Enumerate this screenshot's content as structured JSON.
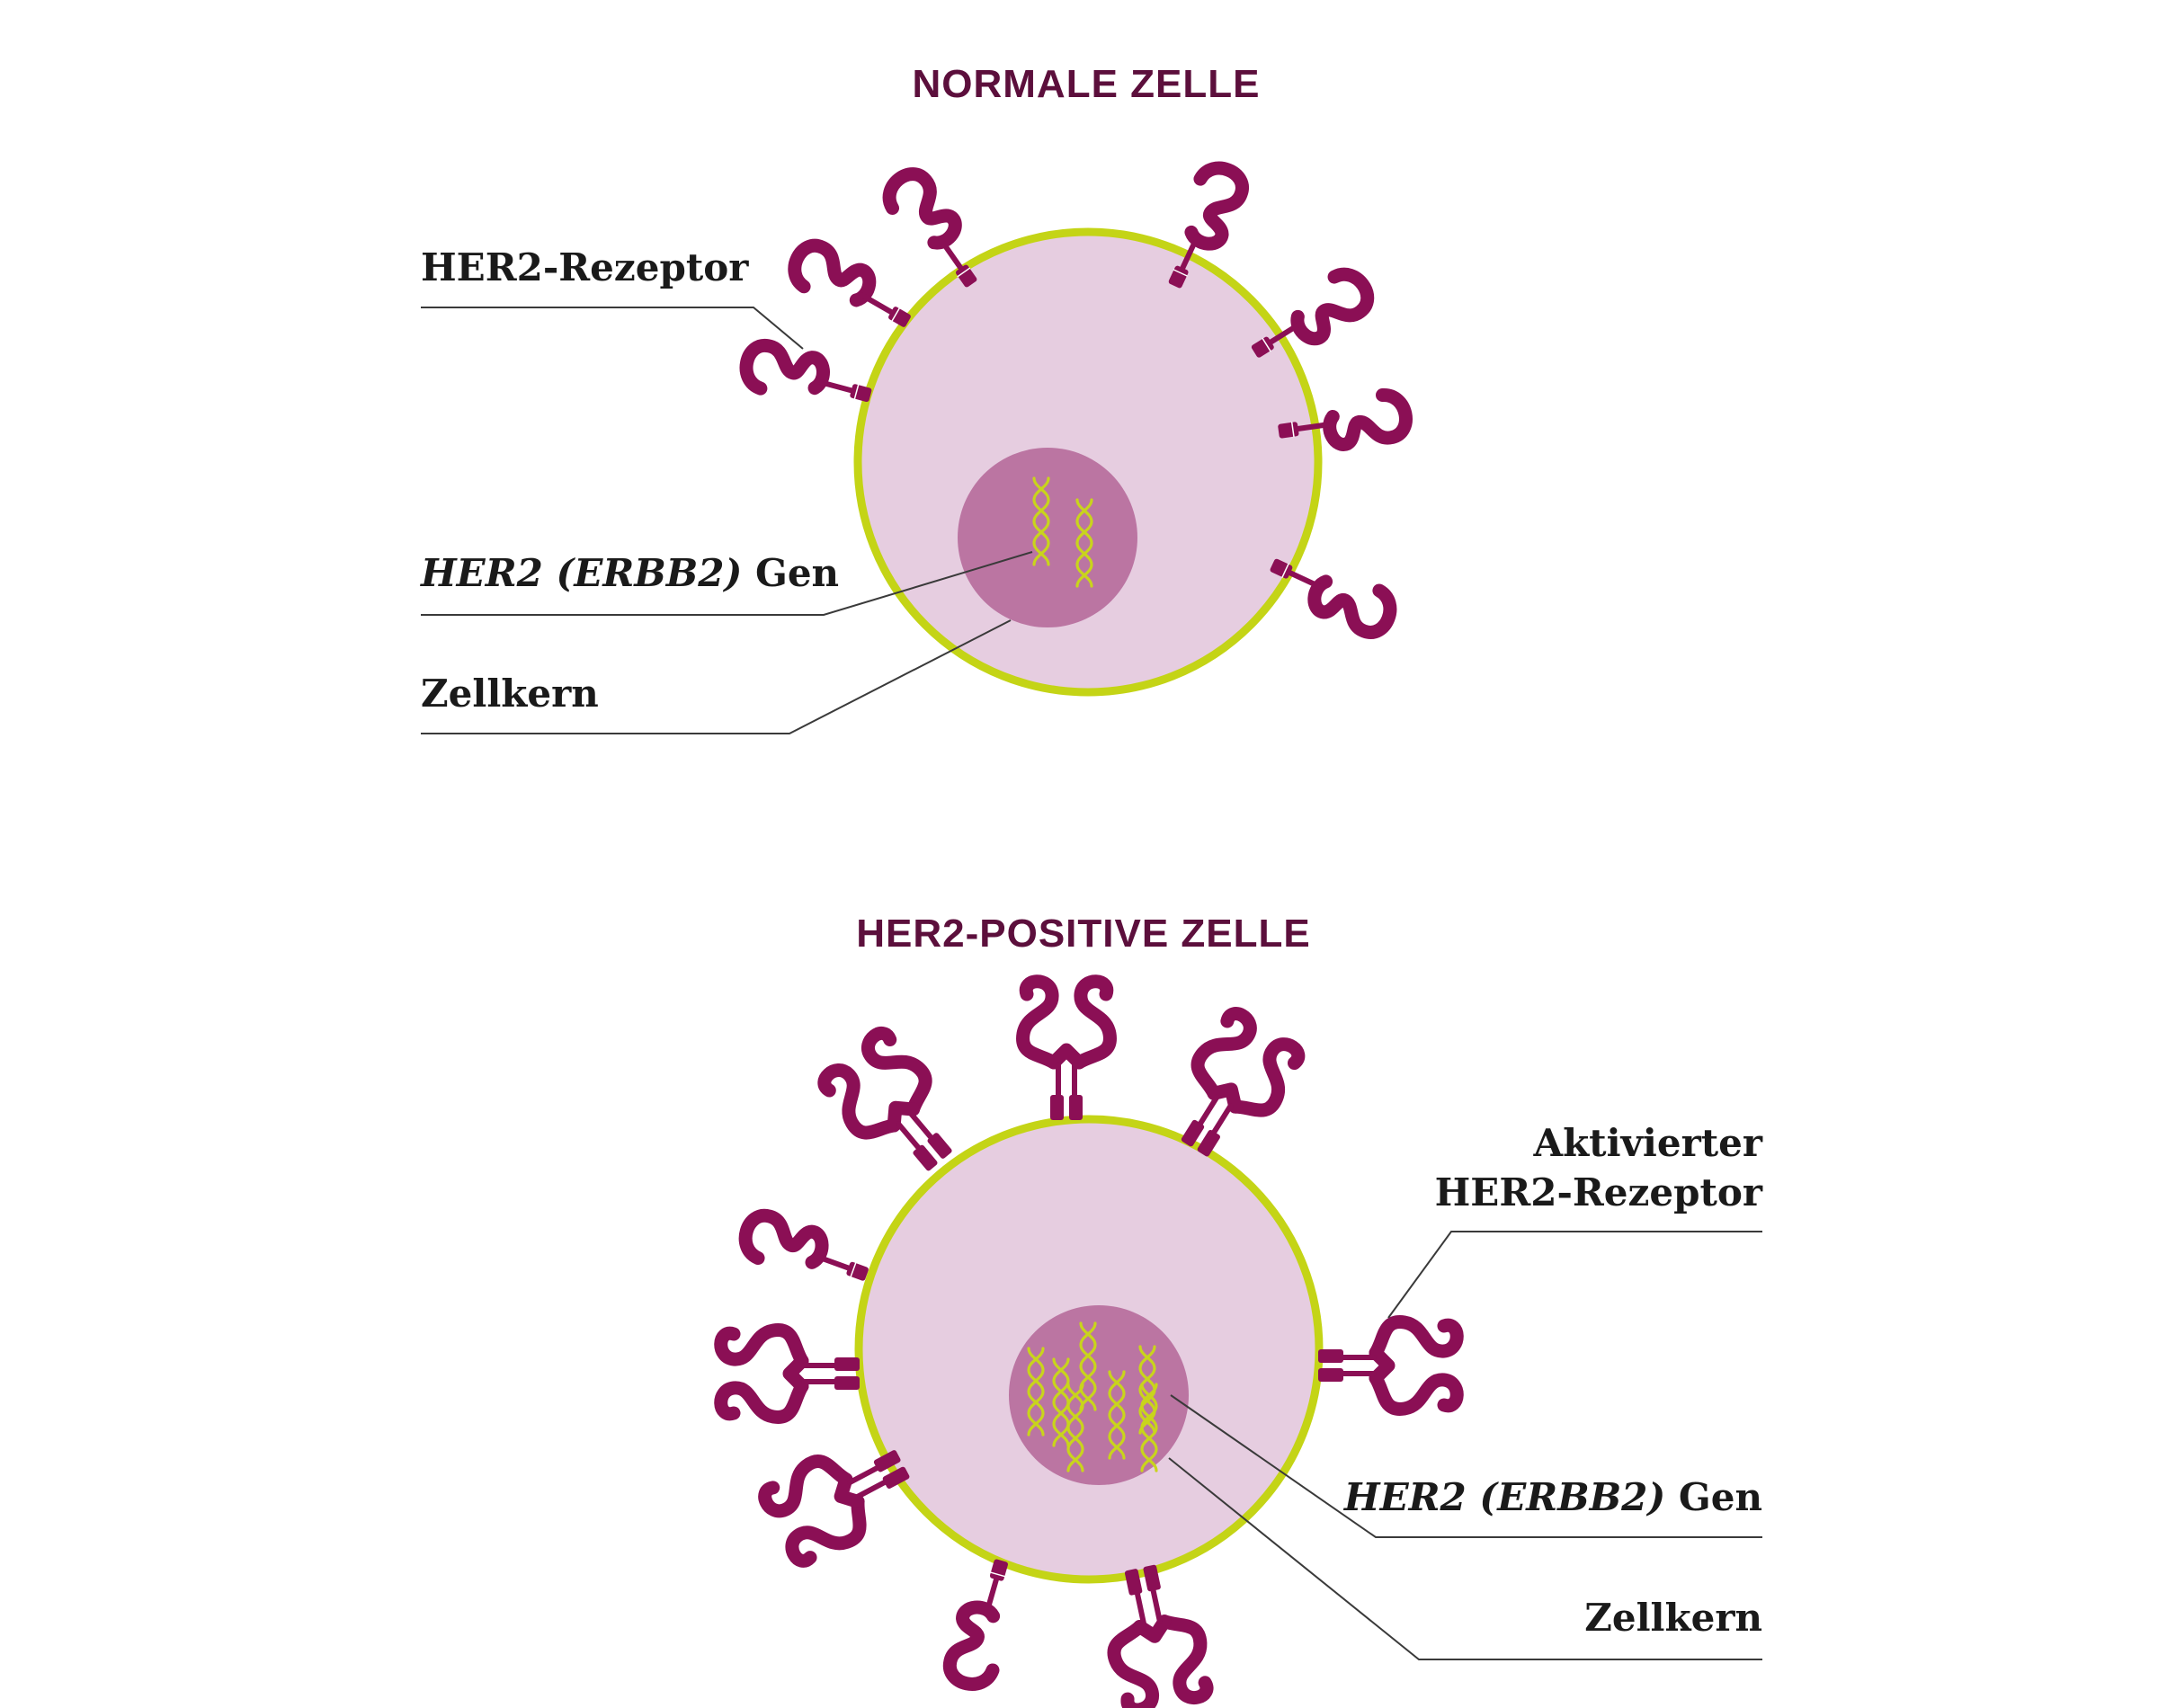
{
  "normal_cell": {
    "title": "NORMALE ZELLE",
    "labels": {
      "receptor": "HER2-Rezeptor",
      "gene_italic": "HER2 (ERBB2)",
      "gene_suffix": " Gen",
      "nucleus": "Zellkern"
    }
  },
  "her2_cell": {
    "title": "HER2-POSITIVE ZELLE",
    "labels": {
      "receptor_line1": "Aktivierter",
      "receptor_line2": "HER2-Rezeptor",
      "gene_italic": "HER2 (ERBB2)",
      "gene_suffix": " Gen",
      "nucleus": "Zellkern"
    }
  },
  "colors": {
    "cytoplasm": "#e6cde0",
    "membrane": "#c4d416",
    "nucleus": "#bb75a2",
    "receptor": "#8b0f55",
    "dna": "#c9d41c",
    "title": "#5c0f3c"
  }
}
